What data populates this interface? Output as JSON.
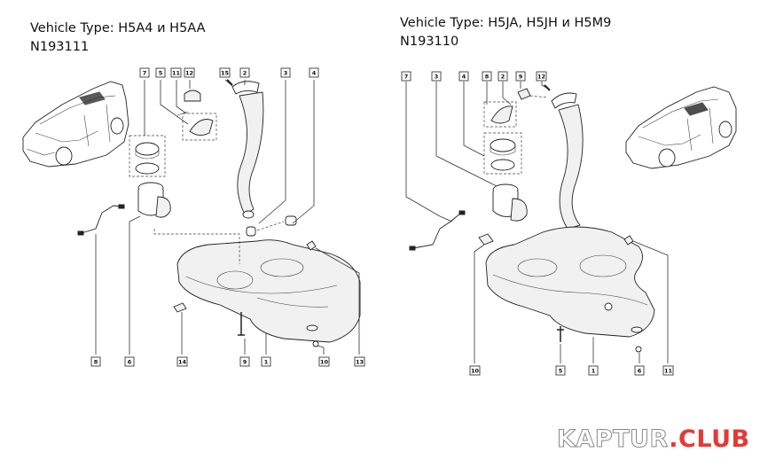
{
  "left_panel": {
    "vehicle_type_line": "Vehicle Type: H5A4 и H5AA",
    "part_code": "N193111",
    "callouts_top": [
      "7",
      "5",
      "11",
      "12",
      "15",
      "2",
      "3",
      "4"
    ],
    "callouts_bottom": [
      "8",
      "6",
      "14",
      "9",
      "1",
      "10",
      "13"
    ]
  },
  "right_panel": {
    "vehicle_type_line": "Vehicle Type: H5JA, H5JH и H5M9",
    "part_code": "N193110",
    "callouts_top": [
      "7",
      "3",
      "4",
      "8",
      "2",
      "9",
      "12"
    ],
    "callouts_bottom": [
      "10",
      "5",
      "1",
      "6",
      "11"
    ]
  },
  "watermark": {
    "brand": "KAPTUR",
    "suffix": ".CLUB",
    "accent_color": "#e53935"
  }
}
